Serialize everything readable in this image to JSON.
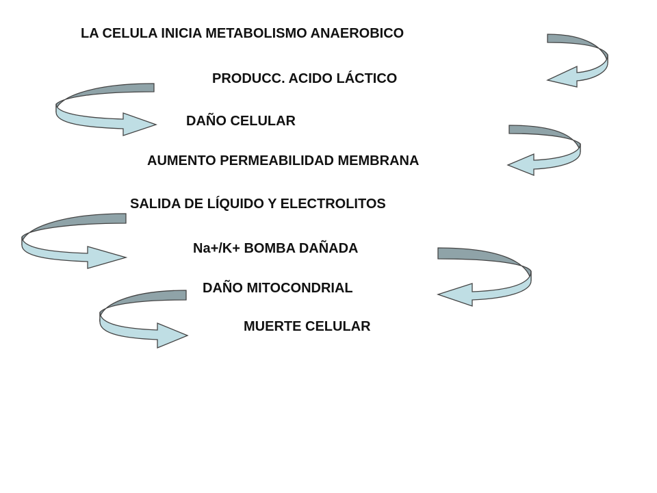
{
  "steps": [
    {
      "label": "LA CELULA INICIA METABOLISMO ANAEROBICO"
    },
    {
      "label": "PRODUCC. ACIDO LÁCTICO"
    },
    {
      "label": "DAÑO CELULAR"
    },
    {
      "label": "AUMENTO PERMEABILIDAD MEMBRANA"
    },
    {
      "label": "SALIDA DE LÍQUIDO Y ELECTROLITOS"
    },
    {
      "label": "Na+/K+ BOMBA DAÑADA"
    },
    {
      "label": "DAÑO MITOCONDRIAL"
    },
    {
      "label": "MUERTE CELULAR"
    }
  ],
  "colors": {
    "arrow_back": "#8fa3a8",
    "arrow_front": "#bfdee4",
    "outline": "#444444",
    "text": "#111111"
  }
}
